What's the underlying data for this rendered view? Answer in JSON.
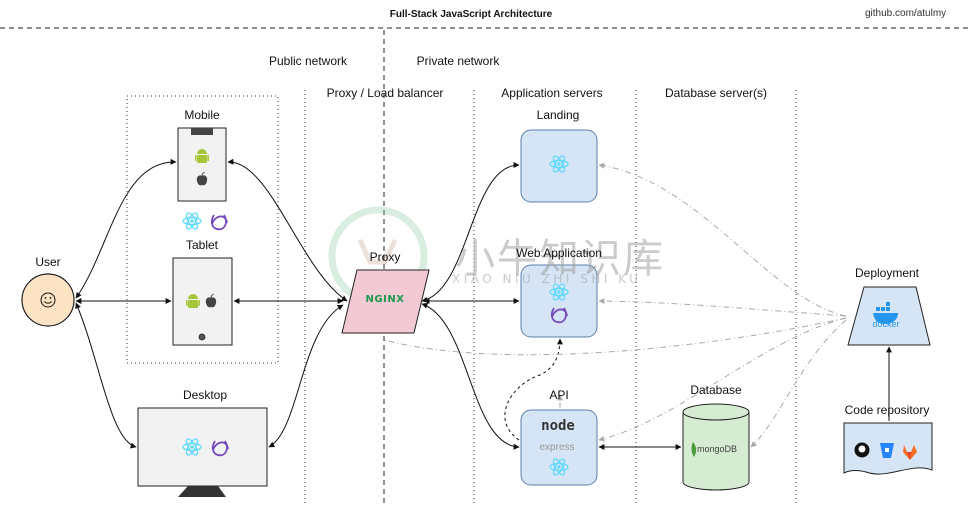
{
  "header": {
    "title": "Full-Stack JavaScript Architecture",
    "source": "github.com/atulmy"
  },
  "zones": {
    "public_network": "Public network",
    "private_network": "Private network",
    "proxy": "Proxy / Load balancer",
    "app_servers": "Application servers",
    "db_server": "Database server(s)"
  },
  "nodes": {
    "user": "User",
    "mobile": "Mobile",
    "tablet": "Tablet",
    "desktop": "Desktop",
    "proxy": "Proxy",
    "nginx": "NGINX",
    "landing": "Landing",
    "webapp": "Web Application",
    "api": "API",
    "node_logo": "node",
    "express_logo": "express",
    "database": "Database",
    "mongodb": "mongoDB",
    "deployment": "Deployment",
    "docker": "docker",
    "code_repo": "Code repository"
  },
  "watermark": {
    "cn": "小牛知识库",
    "pinyin": "XIAO NIU ZHI SHI KU"
  },
  "colors": {
    "app_box_fill": "#d6e5f5",
    "app_box_stroke": "#5b7fae",
    "proxy_fill": "#f3c9d4",
    "db_fill": "#d6ecd2",
    "user_fill": "#fbe3c4",
    "docker_fill": "#d6e5f5",
    "react": "#61dafb",
    "redux": "#764abc",
    "android": "#a4c639",
    "dashed_gray": "#aaaaaa"
  }
}
